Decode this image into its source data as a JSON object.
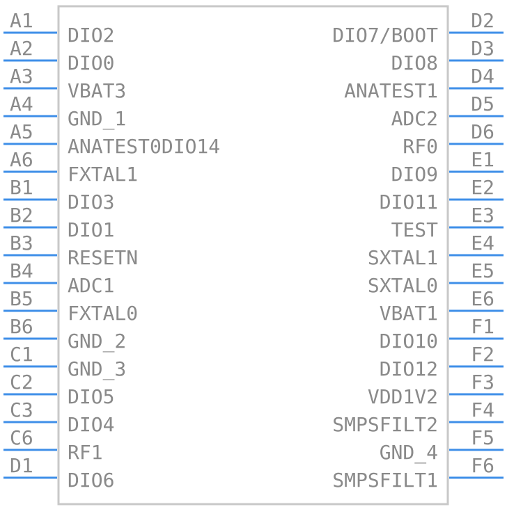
{
  "component": {
    "left_pins": [
      {
        "number": "A1",
        "name": "DIO2"
      },
      {
        "number": "A2",
        "name": "DIO0"
      },
      {
        "number": "A3",
        "name": "VBAT3"
      },
      {
        "number": "A4",
        "name": "GND_1"
      },
      {
        "number": "A5",
        "name": "ANATEST0DIO14"
      },
      {
        "number": "A6",
        "name": "FXTAL1"
      },
      {
        "number": "B1",
        "name": "DIO3"
      },
      {
        "number": "B2",
        "name": "DIO1"
      },
      {
        "number": "B3",
        "name": "RESETN"
      },
      {
        "number": "B4",
        "name": "ADC1"
      },
      {
        "number": "B5",
        "name": "FXTAL0"
      },
      {
        "number": "B6",
        "name": "GND_2"
      },
      {
        "number": "C1",
        "name": "GND_3"
      },
      {
        "number": "C2",
        "name": "DIO5"
      },
      {
        "number": "C3",
        "name": "DIO4"
      },
      {
        "number": "C6",
        "name": "RF1"
      },
      {
        "number": "D1",
        "name": "DIO6"
      }
    ],
    "right_pins": [
      {
        "number": "D2",
        "name": "DIO7/BOOT"
      },
      {
        "number": "D3",
        "name": "DIO8"
      },
      {
        "number": "D4",
        "name": "ANATEST1"
      },
      {
        "number": "D5",
        "name": "ADC2"
      },
      {
        "number": "D6",
        "name": "RF0"
      },
      {
        "number": "E1",
        "name": "DIO9"
      },
      {
        "number": "E2",
        "name": "DIO11"
      },
      {
        "number": "E3",
        "name": "TEST"
      },
      {
        "number": "E4",
        "name": "SXTAL1"
      },
      {
        "number": "E5",
        "name": "SXTAL0"
      },
      {
        "number": "E6",
        "name": "VBAT1"
      },
      {
        "number": "F1",
        "name": "DIO10"
      },
      {
        "number": "F2",
        "name": "DIO12"
      },
      {
        "number": "F3",
        "name": "VDD1V2"
      },
      {
        "number": "F4",
        "name": "SMPSFILT2"
      },
      {
        "number": "F5",
        "name": "GND_4"
      },
      {
        "number": "F6",
        "name": "SMPSFILT1"
      }
    ]
  },
  "colors": {
    "pin_line": "#3f8fe8",
    "body_outline": "#c8c8c8",
    "text": "#8a8a8a"
  }
}
